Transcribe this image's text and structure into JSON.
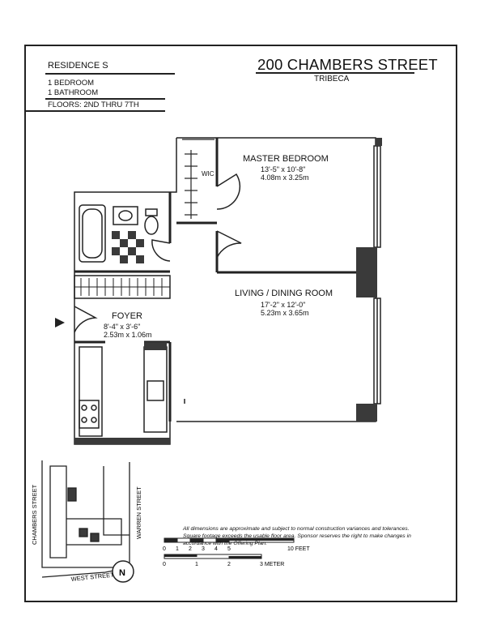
{
  "header": {
    "residence": "RESIDENCE S",
    "bedrooms": "1 BEDROOM",
    "bathrooms": "1 BATHROOM",
    "floors": "FLOORS: 2ND THRU 7TH",
    "address": "200 CHAMBERS STREET",
    "neighborhood": "TRIBECA"
  },
  "rooms": {
    "master_bedroom": {
      "name": "MASTER BEDROOM",
      "dim_ft": "13'-5\" x 10'-8\"",
      "dim_m": "4.08m x 3.25m"
    },
    "wic": {
      "name": "WIC"
    },
    "living_dining": {
      "name": "LIVING / DINING ROOM",
      "dim_ft": "17'-2\" x 12'-0\"",
      "dim_m": "5.23m x 3.65m"
    },
    "foyer": {
      "name": "FOYER",
      "dim_ft": "8'-4\" x 3'-6\"",
      "dim_m": "2.53m x 1.06m"
    }
  },
  "keyplan": {
    "streets": [
      "CHAMBERS STREET",
      "WARREN STREET",
      "WEST STREET"
    ],
    "north": "N"
  },
  "scale": {
    "feet_ticks": [
      "0",
      "1",
      "2",
      "3",
      "4",
      "5",
      "10 FEET"
    ],
    "meter_ticks": [
      "0",
      "1",
      "2",
      "3 METER"
    ]
  },
  "disclaimer": "All dimensions are approximate and subject to normal construction variances and tolerances. Square footage exceeds the usable floor area. Sponsor reserves the right to make changes in accordance with the Offering Plan.",
  "colors": {
    "line": "#222222",
    "fill_dark": "#3a3a3a",
    "paper": "#ffffff"
  }
}
